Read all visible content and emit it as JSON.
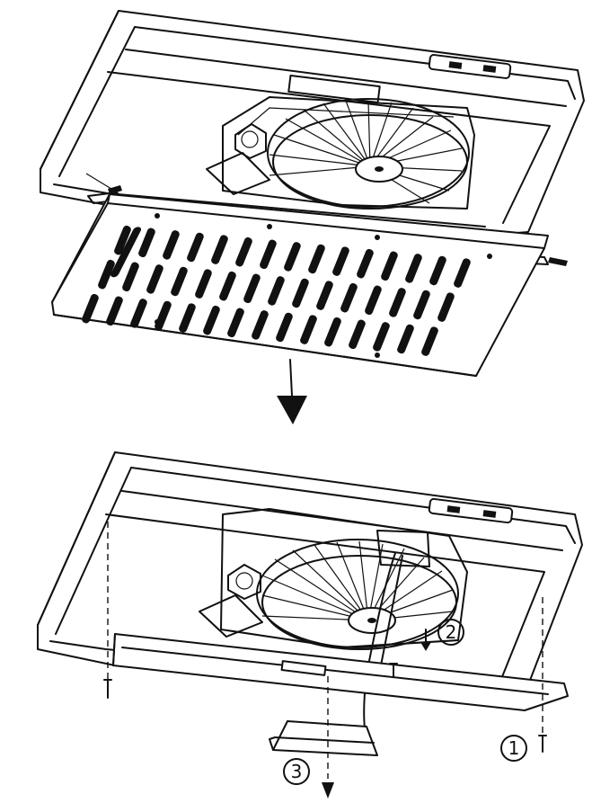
{
  "callouts": {
    "step_1": "1",
    "step_2": "2",
    "step_3": "3"
  },
  "colors": {
    "line": "#111111",
    "background": "#ffffff"
  },
  "icons": [
    "down-arrow-icon",
    "screw-icon",
    "clip-icon"
  ]
}
